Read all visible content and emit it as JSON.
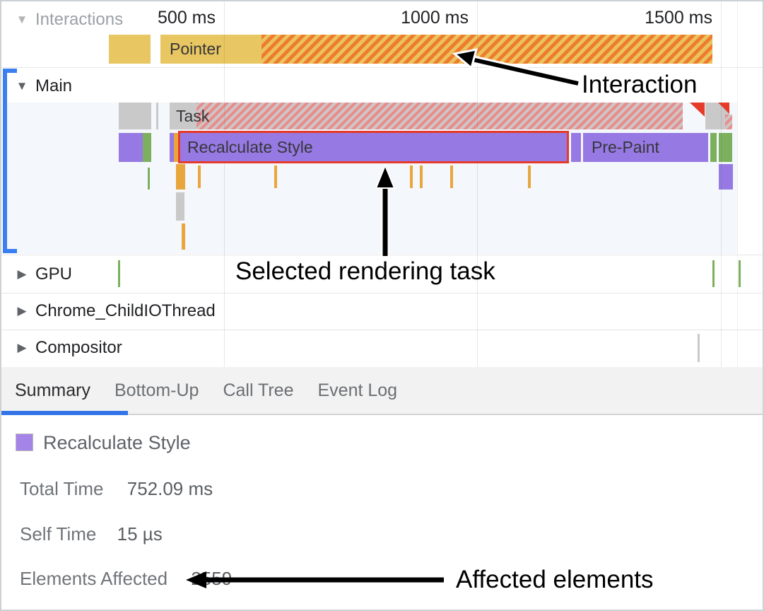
{
  "ruler": {
    "ticks": {
      "t500": "500 ms",
      "t1000": "1000 ms",
      "t1500": "1500 ms"
    }
  },
  "icons": {
    "expanded": "▼",
    "collapsed": "▶"
  },
  "tracks": {
    "interactions": {
      "label": "Interactions",
      "pointer_event": "Pointer"
    },
    "main": {
      "label": "Main",
      "task_event": "Task",
      "selected_event": "Recalculate Style",
      "prepaint_event": "Pre-Paint"
    },
    "gpu": {
      "label": "GPU"
    },
    "child_io": {
      "label": "Chrome_ChildIOThread"
    },
    "compositor": {
      "label": "Compositor"
    }
  },
  "tabs": {
    "summary": "Summary",
    "bottom_up": "Bottom-Up",
    "call_tree": "Call Tree",
    "event_log": "Event Log"
  },
  "summary": {
    "title": "Recalculate Style",
    "total_time_label": "Total Time",
    "total_time_value": "752.09 ms",
    "self_time_label": "Self Time",
    "self_time_value": "15 µs",
    "elements_label": "Elements Affected",
    "elements_value": "2559"
  },
  "annotations": {
    "interaction": "Interaction",
    "selected_task": "Selected rendering task",
    "affected_elements": "Affected elements"
  },
  "colors": {
    "interaction_yellow": "#e8c661",
    "interaction_hatch_orange": "#ef7b2d",
    "task_gray": "#c9c9c9",
    "task_hatch_red": "#e98c8c",
    "rendering_purple": "#9679e2",
    "paint_green": "#7cb05e",
    "system_orange": "#e9a63d",
    "selection_red": "#e63b2a",
    "selected_track_blue": "#3b7ef0",
    "tab_accent_blue": "#3474e8"
  }
}
